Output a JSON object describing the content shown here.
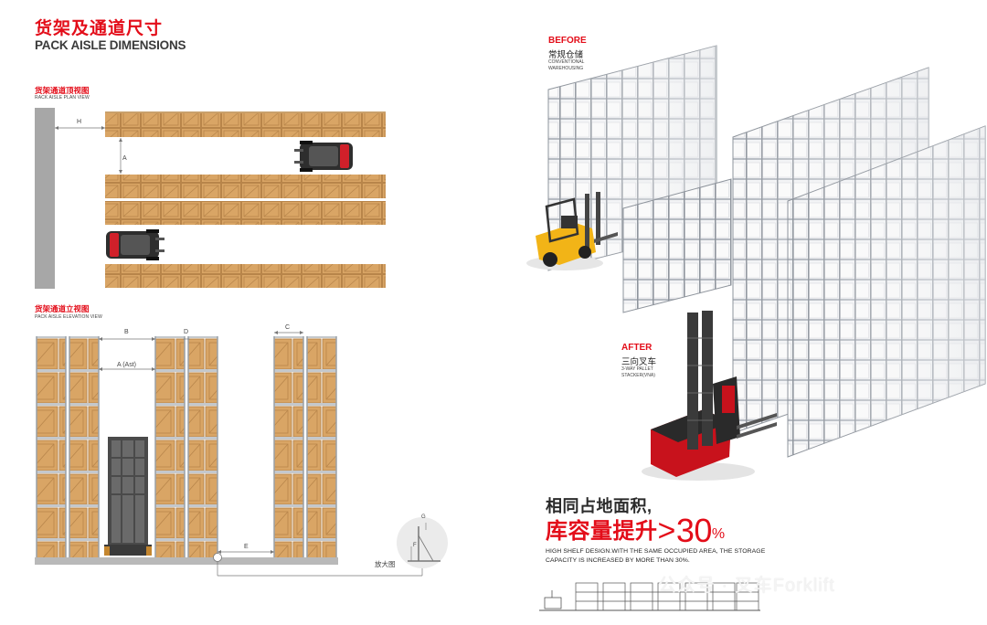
{
  "header": {
    "title_cn": "货架及通道尺寸",
    "title_en": "PACK AISLE DIMENSIONS"
  },
  "plan_view": {
    "title_cn": "货架通道顶视图",
    "title_en": "RACK AISLE PLAN VIEW",
    "labels": {
      "h": "H",
      "a": "A"
    }
  },
  "elevation_view": {
    "title_cn": "货架通道立视图",
    "title_en": "PACK AISLE ELEVATION VIEW",
    "labels": {
      "b": "B",
      "d": "D",
      "c": "C",
      "a_ast": "A (Ast)",
      "e": "E",
      "g": "G",
      "f": "F",
      "zoom": "放大图"
    }
  },
  "before": {
    "heading": "BEFORE",
    "name_cn": "常规仓储",
    "name_en": "CONVENTIONAL WAREHOUSING"
  },
  "after": {
    "heading": "AFTER",
    "name_cn": "三向叉车",
    "name_en": "3-WAY PALLET STACKER(VNA)"
  },
  "slogan": {
    "line1": "相同占地面积,",
    "line2_prefix": "库容量提升",
    "gt": ">",
    "number": "30",
    "percent": "%",
    "description": "HIGH SHELF DESIGN.WITH THE SAME OCCUPIED AREA, THE STORAGE CAPACITY IS INCREASED BY MORE THAN 30%."
  },
  "watermark": "公众号 · 叉车Forklift",
  "colors": {
    "accent": "#e30d19",
    "crate": "#d9a565",
    "crate_dark": "#b8854a",
    "rack": "#8e949c"
  }
}
